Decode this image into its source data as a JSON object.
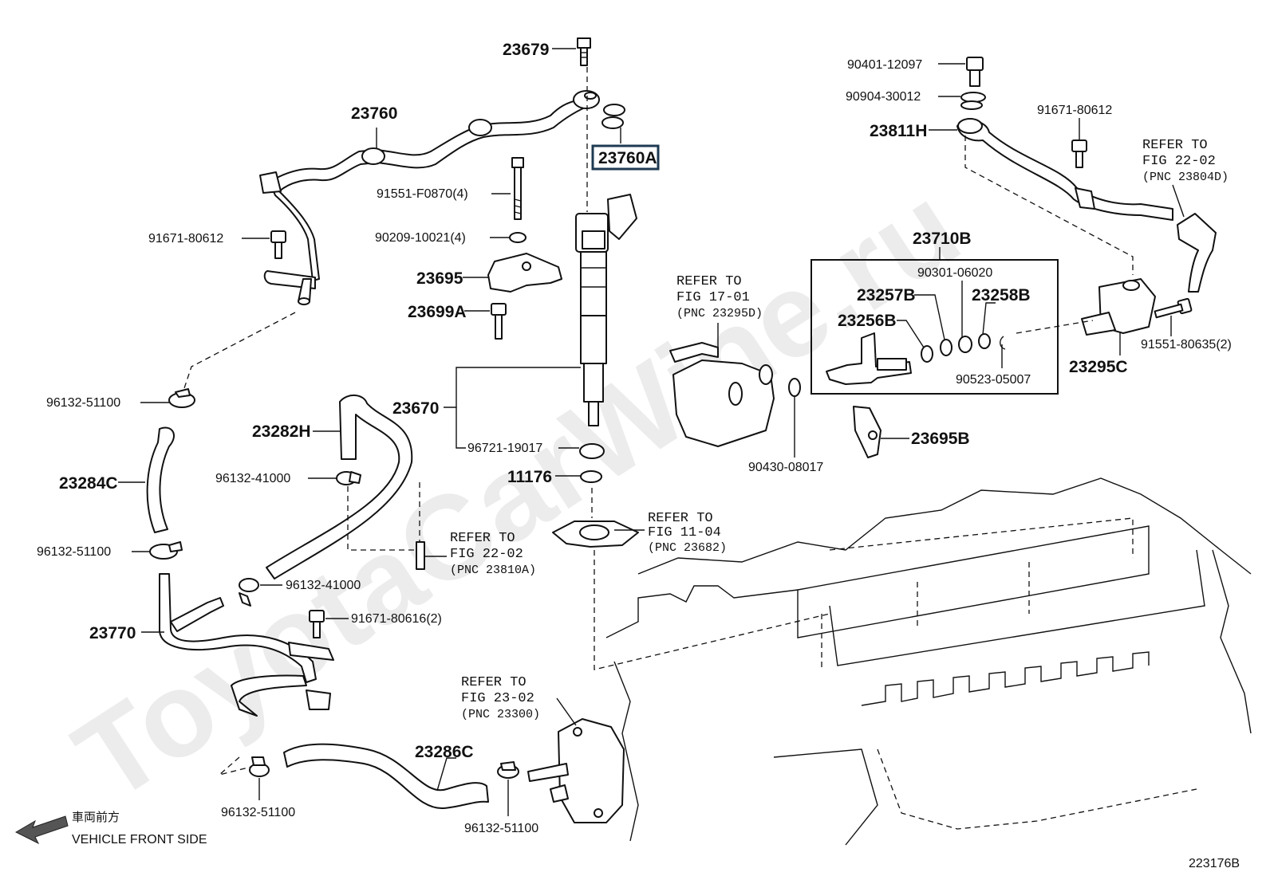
{
  "diagram": {
    "figure_id": "223176B",
    "watermark": "ToyotaCarWine.ru",
    "direction": {
      "jp": "車両前方",
      "en": "VEHICLE FRONT SIDE"
    },
    "labels": [
      {
        "id": "p23679",
        "text": "23679"
      },
      {
        "id": "p23760",
        "text": "23760"
      },
      {
        "id": "p23760A",
        "text": "23760A",
        "boxed": true
      },
      {
        "id": "p91551F0870",
        "text": "91551-F0870(4)"
      },
      {
        "id": "p9020910021",
        "text": "90209-10021(4)"
      },
      {
        "id": "p91671_80612_left",
        "text": "91671-80612"
      },
      {
        "id": "p23695",
        "text": "23695"
      },
      {
        "id": "p23699A",
        "text": "23699A"
      },
      {
        "id": "p96132_51100_a",
        "text": "96132-51100"
      },
      {
        "id": "p23670",
        "text": "23670"
      },
      {
        "id": "p23282H",
        "text": "23282H"
      },
      {
        "id": "p96721",
        "text": "96721-19017"
      },
      {
        "id": "p23284C",
        "text": "23284C"
      },
      {
        "id": "p96132_41000_a",
        "text": "96132-41000"
      },
      {
        "id": "p11176",
        "text": "11176"
      },
      {
        "id": "p96132_51100_b",
        "text": "96132-51100"
      },
      {
        "id": "p96132_41000_b",
        "text": "96132-41000"
      },
      {
        "id": "p91671_80616",
        "text": "91671-80616(2)"
      },
      {
        "id": "p23770",
        "text": "23770"
      },
      {
        "id": "p23286C",
        "text": "23286C"
      },
      {
        "id": "p96132_51100_c",
        "text": "96132-51100"
      },
      {
        "id": "p96132_51100_d",
        "text": "96132-51100"
      },
      {
        "id": "p90401",
        "text": "90401-12097"
      },
      {
        "id": "p90904",
        "text": "90904-30012"
      },
      {
        "id": "p91671_80612_right",
        "text": "91671-80612"
      },
      {
        "id": "p23811H",
        "text": "23811H"
      },
      {
        "id": "p23710B",
        "text": "23710B"
      },
      {
        "id": "p90301",
        "text": "90301-06020"
      },
      {
        "id": "p23257B",
        "text": "23257B"
      },
      {
        "id": "p23258B",
        "text": "23258B"
      },
      {
        "id": "p23256B",
        "text": "23256B"
      },
      {
        "id": "p90523",
        "text": "90523-05007"
      },
      {
        "id": "p91551_80635",
        "text": "91551-80635(2)"
      },
      {
        "id": "p23295C",
        "text": "23295C"
      },
      {
        "id": "p23695B",
        "text": "23695B"
      },
      {
        "id": "p90430",
        "text": "90430-08017"
      }
    ],
    "references": [
      {
        "id": "ref_fig22_02_top",
        "lines": [
          "REFER TO",
          "FIG 22-02",
          "(PNC 23804D)"
        ]
      },
      {
        "id": "ref_fig17_01",
        "lines": [
          "REFER TO",
          "FIG 17-01",
          "(PNC 23295D)"
        ]
      },
      {
        "id": "ref_fig22_02_mid",
        "lines": [
          "REFER TO",
          "FIG 22-02",
          "(PNC 23810A)"
        ]
      },
      {
        "id": "ref_fig11_04",
        "lines": [
          "REFER TO",
          "FIG 11-04",
          "(PNC 23682)"
        ]
      },
      {
        "id": "ref_fig23_02",
        "lines": [
          "REFER TO",
          "FIG 23-02",
          "(PNC 23300)"
        ]
      }
    ]
  }
}
